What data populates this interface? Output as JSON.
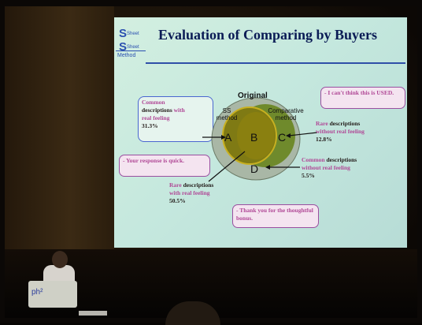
{
  "slide": {
    "title": "Evaluation of Comparing by Buyers",
    "logo": {
      "l1": "S",
      "l1b": "Sheet",
      "l2": "S",
      "l2b": "Sheet",
      "l3": "Method"
    },
    "box_common_real": {
      "line1": "Common",
      "line2": "descriptions",
      "line2b": "with",
      "line3": "real feeling",
      "pct": "31.3%"
    },
    "box_response": "- Your response is quick.",
    "box_not_used": "- I can't think this is USED.",
    "box_thanks": "- Thank you for the thoughtful bonus.",
    "label_original": "Original",
    "label_ss": "SS method",
    "label_comparative": "Comparative method",
    "letters": {
      "a": "A",
      "b": "B",
      "c": "C",
      "d": "D"
    },
    "rare_without": {
      "a": "Rare",
      "b": "descriptions",
      "c": "without real feeling",
      "pct": "12.8%"
    },
    "common_without": {
      "a": "Common",
      "b": "descriptions",
      "c": "without real feeling",
      "pct": "5.5%"
    },
    "rare_with": {
      "a": "Rare",
      "b": "descriptions",
      "c": "with real feeling",
      "pct": "50.5%"
    }
  },
  "podium": {
    "label": "ph²"
  },
  "colors": {
    "slide_bg": "#c5e8de",
    "title": "#0a1b55",
    "accent_blue": "#4a66d0",
    "accent_purple": "#9a4fa0",
    "olive": "#7f7a14",
    "green_ring": "#4b6b2a"
  }
}
